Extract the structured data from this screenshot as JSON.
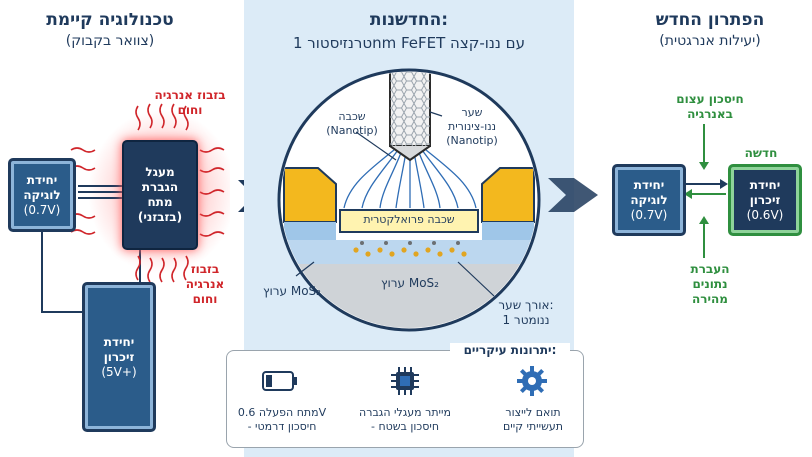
{
  "left": {
    "title": "טכנולוגיה קיימת",
    "subtitle": "(צוואר בקבוק)",
    "logic": {
      "line1": "יחידת",
      "line2": "לוגיקה",
      "line3": "(0.7V)"
    },
    "booster": {
      "line1": "מעגל",
      "line2": "הגברת",
      "line3": "מתח",
      "line4": "(בזבזני)"
    },
    "memory": {
      "line1": "יחידת",
      "line2": "זיכרון",
      "line3": "(5V+)"
    },
    "waste_top": {
      "line1": "בזבוז אנרגיה",
      "line2": "וחום"
    },
    "waste_bottom": {
      "line1": "בזבוז",
      "line2": "אנרגיה",
      "line3": "וחום"
    }
  },
  "center": {
    "title": "החדשנות:",
    "subtitle": "טרנזיסטור 1nm FeFET עם ננו-קצה",
    "gate": {
      "line1": "שער",
      "line2": "ננו-צינורית",
      "line3": "(Nanotip)"
    },
    "layer_label": {
      "line1": "שכבה",
      "line2": "(Nanotip)"
    },
    "ferro": "שכבה פרואלקטרית",
    "channel": "ערוץ MoS₂",
    "channel_out": "ערוץ MoS₂",
    "gate_len": {
      "line1": "אורך שער:",
      "line2": "1 ננומטר"
    }
  },
  "right": {
    "title": "הפתרון החדש",
    "subtitle": "(יעילות אנרגטית)",
    "savings": {
      "line1": "חיסכון עצום",
      "line2": "באנרגיה"
    },
    "new_label": "חדשה",
    "logic": {
      "line1": "יחידת",
      "line2": "לוגיקה",
      "line3": "(0.7V)"
    },
    "memory": {
      "line1": "יחידת",
      "line2": "זיכרון",
      "line3": "(0.6V)"
    },
    "transfer": {
      "line1": "העברת",
      "line2": "נתונים",
      "line3": "מהירה"
    }
  },
  "advantages": {
    "title": "יתרונות עיקריים:",
    "items": [
      {
        "icon": "gear-icon",
        "line1": "תואם לייצור",
        "line2": "תעשייתי קיים"
      },
      {
        "icon": "chip-icon",
        "line1": "מייתר מעגלי הגברה",
        "line2": "- חיסכון בשטח"
      },
      {
        "icon": "battery-icon",
        "line1": "מתח הפעלה 0.6V",
        "line2": "- חיסכון דרמטי"
      }
    ]
  },
  "colors": {
    "navy": "#1f3a5c",
    "red": "#d0262b",
    "green": "#2f8f3f",
    "panel": "#dcebf7",
    "yellow": "#f3b81e"
  }
}
